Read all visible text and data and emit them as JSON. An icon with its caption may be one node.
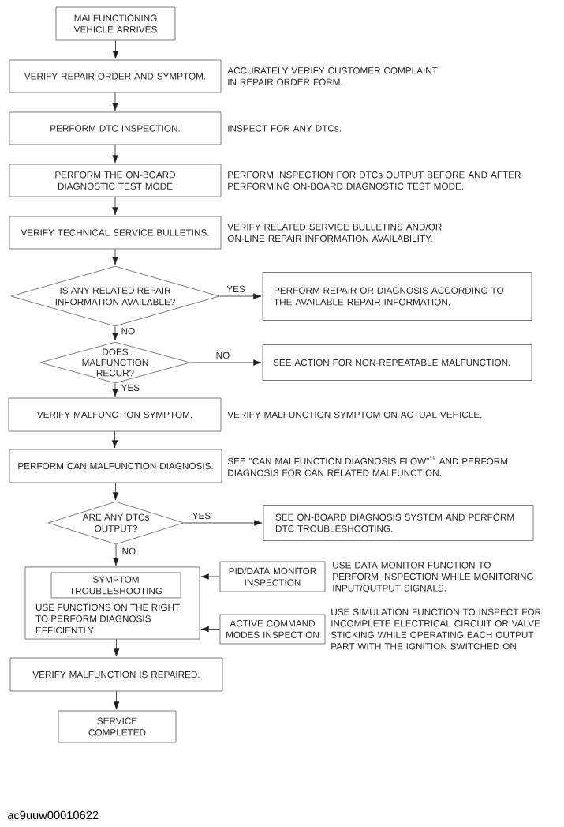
{
  "diagram": {
    "nodes": [
      {
        "text": [
          "MALFUNCTIONING VEHICLE ARRIVES"
        ]
      },
      {
        "text": [
          "VERIFY REPAIR ORDER AND SYMPTOM."
        ],
        "beside": [
          "ACCURATELY VERIFY CUSTOMER COMPLAINT IN REPAIR ORDER FORM."
        ]
      },
      {
        "text": [
          "PERFORM DTC INSPECTION."
        ],
        "beside": [
          "INSPECT FOR ANY DTCs."
        ]
      },
      {
        "text": [
          "PERFORM THE ON-BOARD DIAGNOSTIC TEST MODE"
        ],
        "beside": [
          "PERFORM INSPECTION FOR DTCs OUTPUT BEFORE AND AFTER PERFORMING ON-BOARD DIAGNOSTIC TEST MODE."
        ]
      },
      {
        "text": [
          "VERIFY TECHNICAL SERVICE BULLETINS."
        ],
        "beside": [
          "VERIFY RELATED SERVICE BULLETINS AND/OR ON-LINE REPAIR INFORMATION AVAILABILITY."
        ]
      },
      {
        "text": [
          "IS ANY RELATED REPAIR INFORMATION AVAILABLE?"
        ]
      },
      {
        "text": [
          "PERFORM REPAIR OR DIAGNOSIS ACCORDING TO THE AVAILABLE REPAIR INFORMATION."
        ]
      },
      {
        "text": [
          "DOES MALFUNCTION RECUR?"
        ]
      },
      {
        "text": [
          "SEE ACTION FOR NON-REPEATABLE MALFUNCTION."
        ]
      },
      {
        "text": [
          "VERIFY MALFUNCTION SYMPTOM."
        ],
        "beside": [
          "VERIFY MALFUNCTION SYMPTOM ON ACTUAL VEHICLE."
        ]
      },
      {
        "text": [
          "PERFORM CAN MALFUNCTION DIAGNOSIS."
        ],
        "beside": [
          "SEE \"CAN MALFUNCTION DIAGNOSIS FLOW\"$^{*1}$ AND PERFORM DIAGNOSIS FOR CAN RELATED MALFUNCTION."
        ]
      },
      {
        "text": [
          "ARE ANY DTCs OUTPUT?"
        ]
      },
      {
        "text": [
          "SEE ON-BOARD DIAGNOSIS SYSTEM AND PERFORM DTC TROUBLESHOOTING."
        ]
      },
      {
        "text": [
          "USE FUNCTIONS ON THE RIGHT TO PERFORM DIAGNOSIS EFFICIENTLY."
        ]
      },
      {
        "text": [
          "SYMPTOM TROUBLESHOOTING"
        ],
        "in": 13
      },
      {
        "text": [
          "PID/DATA MONITOR INSPECTION"
        ],
        "beside": [
          "USE DATA MONITOR FUNCTION TO PERFORM INSPECTION WHILE MONITORING INPUT/OUTPUT SIGNALS."
        ]
      },
      {
        "text": [
          "ACTIVE COMMAND MODES INSPECTION"
        ],
        "beside": [
          "USE SIMULATION FUNCTION TO INSPECT FOR INCOMPLETE ELECTRICAL CIRCUIT OR VALVE STICKING WHILE OPERATING EACH OUTPUT PART WITH THE IGNITION SWITCHED ON"
        ]
      },
      {
        "text": [
          "VERIFY MALFUNCTION IS REPAIRED."
        ]
      },
      {
        "text": [
          "SERVICE COMPLETED"
        ]
      }
    ],
    "edges": [
      {
        "from": 0,
        "to": 1,
        "arrow": "to"
      },
      {
        "from": 1,
        "to": 2,
        "arrow": "to"
      },
      {
        "from": 2,
        "to": 3,
        "arrow": "to"
      },
      {
        "from": 3,
        "to": 4,
        "arrow": "to"
      },
      {
        "from": 4,
        "to": 5,
        "arrow": "to"
      },
      {
        "from": 5,
        "to": 6,
        "arrow": "to",
        "label": "YES"
      },
      {
        "from": 5,
        "to": 7,
        "arrow": "to",
        "label": "NO"
      },
      {
        "from": 7,
        "to": 8,
        "arrow": "to",
        "label": "NO"
      },
      {
        "from": 7,
        "to": 9,
        "arrow": "to",
        "label": "YES"
      },
      {
        "from": 9,
        "to": 10,
        "arrow": "to"
      },
      {
        "from": 10,
        "to": 11,
        "arrow": "to"
      },
      {
        "from": 11,
        "to": 12,
        "arrow": "to",
        "label": "YES"
      },
      {
        "from": 11,
        "to": 13,
        "arrow": "to",
        "label": "NO"
      },
      {
        "from": 15,
        "to": 13,
        "arrow": "to"
      },
      {
        "from": 16,
        "to": 13,
        "arrow": "to"
      },
      {
        "from": 13,
        "to": 17,
        "arrow": "to"
      },
      {
        "from": 17,
        "to": 18,
        "arrow": "to"
      }
    ],
    "labels": [
      "ac9uuw00010622"
    ]
  }
}
